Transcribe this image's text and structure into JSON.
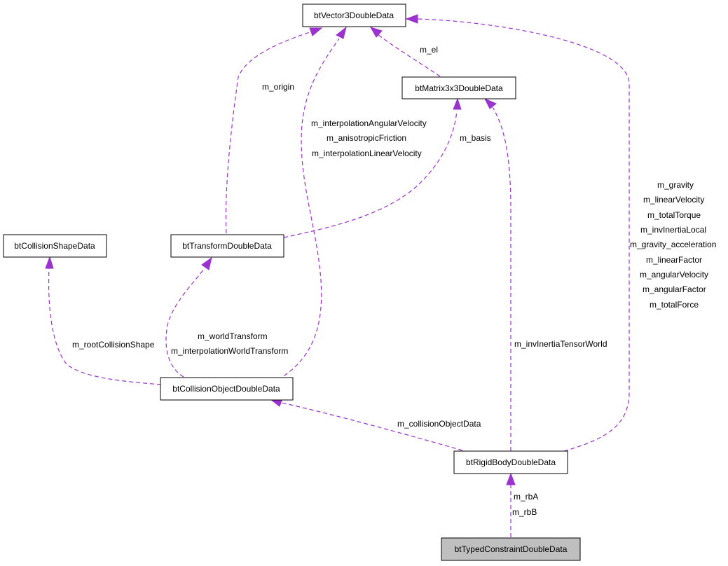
{
  "nodes": {
    "vector3": "btVector3DoubleData",
    "matrix3x3": "btMatrix3x3DoubleData",
    "collisionShape": "btCollisionShapeData",
    "transform": "btTransformDoubleData",
    "collisionObject": "btCollisionObjectDoubleData",
    "rigidBody": "btRigidBodyDoubleData",
    "typedConstraint": "btTypedConstraintDoubleData"
  },
  "edges": {
    "m_el": [
      "m_el"
    ],
    "m_origin": [
      "m_origin"
    ],
    "m_basis": [
      "m_basis"
    ],
    "collisionObject_vectors": [
      "m_interpolationAngularVelocity",
      "m_anisotropicFriction",
      "m_interpolationLinearVelocity"
    ],
    "rigidBody_vectors": [
      "m_gravity",
      "m_linearVelocity",
      "m_totalTorque",
      "m_invInertiaLocal",
      "m_gravity_acceleration",
      "m_linearFactor",
      "m_angularVelocity",
      "m_angularFactor",
      "m_totalForce"
    ],
    "m_rootCollisionShape": [
      "m_rootCollisionShape"
    ],
    "transforms": [
      "m_worldTransform",
      "m_interpolationWorldTransform"
    ],
    "m_invInertiaTensorWorld": [
      "m_invInertiaTensorWorld"
    ],
    "m_collisionObjectData": [
      "m_collisionObjectData"
    ],
    "rb_refs": [
      "m_rbA",
      "m_rbB"
    ]
  },
  "colors": {
    "edge": "#9a32cd",
    "focus_fill": "#bfbfbf"
  }
}
